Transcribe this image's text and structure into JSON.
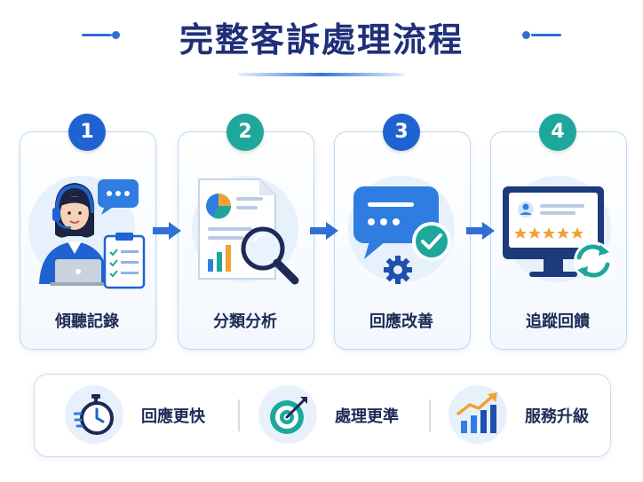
{
  "title": "完整客訴處理流程",
  "steps": [
    {
      "number": "1",
      "label": "傾聽記錄",
      "icon": "customer-service-agent-icon"
    },
    {
      "number": "2",
      "label": "分類分析",
      "icon": "document-magnifier-icon"
    },
    {
      "number": "3",
      "label": "回應改善",
      "icon": "chat-bubble-check-icon"
    },
    {
      "number": "4",
      "label": "追蹤回饋",
      "icon": "monitor-rating-refresh-icon"
    }
  ],
  "benefits": [
    {
      "label": "回應更快",
      "icon": "stopwatch-icon"
    },
    {
      "label": "處理更準",
      "icon": "target-icon"
    },
    {
      "label": "服務升級",
      "icon": "growth-chart-icon"
    }
  ],
  "colors": {
    "primary": "#1f63d2",
    "teal": "#1ea79b",
    "title": "#1f2f7a",
    "text": "#1d2a55"
  }
}
